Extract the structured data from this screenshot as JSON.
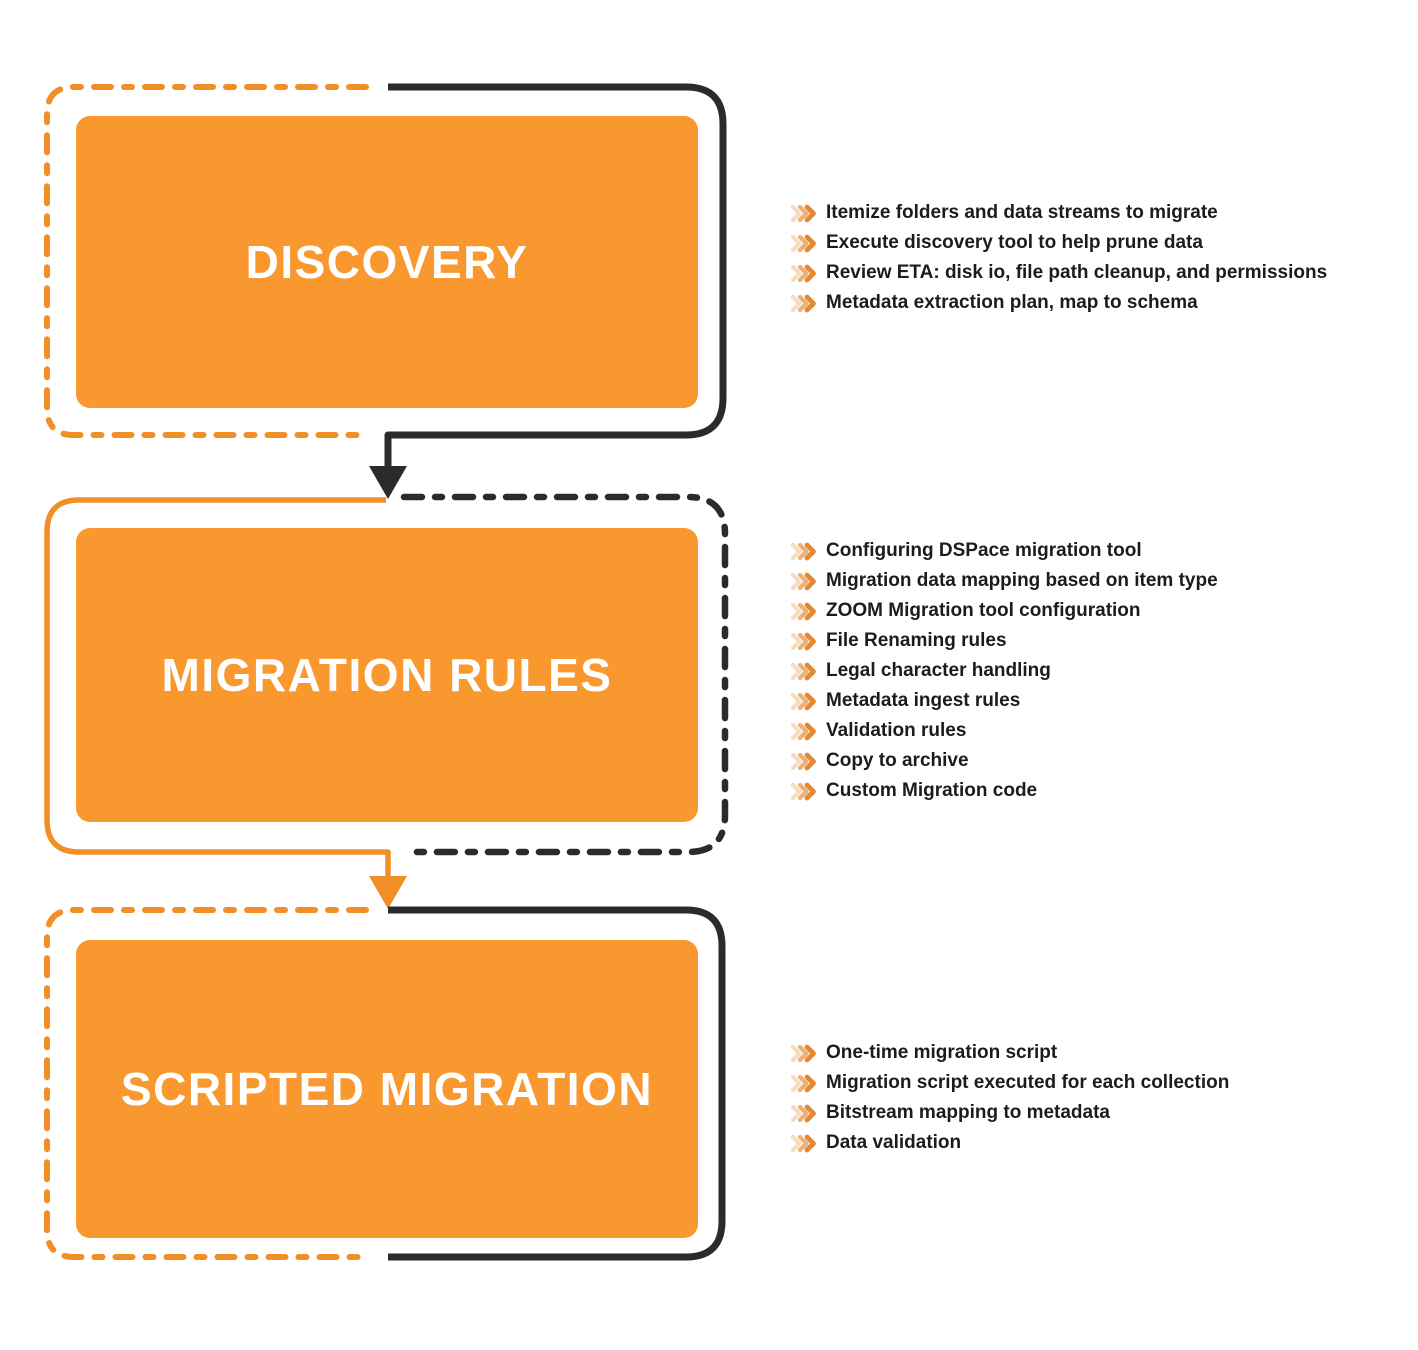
{
  "diagram": {
    "stages": [
      {
        "title": "DISCOVERY",
        "items": [
          "Itemize folders and data streams to migrate",
          "Execute discovery tool to help prune data",
          "Review ETA: disk io, file path cleanup, and permissions",
          "Metadata extraction plan, map to schema"
        ]
      },
      {
        "title": "MIGRATION RULES",
        "items": [
          "Configuring DSPace migration tool",
          "Migration data mapping based on item type",
          "ZOOM Migration tool configuration",
          "File Renaming rules",
          "Legal character handling",
          "Metadata ingest rules",
          "Validation rules",
          "Copy to archive",
          "Custom Migration code"
        ]
      },
      {
        "title": "SCRIPTED MIGRATION",
        "items": [
          "One-time migration script",
          "Migration script executed for each collection",
          "Bitstream mapping to metadata",
          "Data validation"
        ]
      }
    ],
    "colors": {
      "box_fill": "#F8982E",
      "orange_stroke": "#F18E27",
      "black_stroke": "#2B2B2B",
      "item_text": "#1C1C1C",
      "title_text": "#FFFFFF",
      "chevron_light": "#F6DCC2",
      "chevron_mid": "#F1AF75",
      "chevron_dark": "#E8872D",
      "background": "#FFFFFF"
    },
    "icons": {
      "bullet": "triple-chevron-right-icon"
    }
  }
}
